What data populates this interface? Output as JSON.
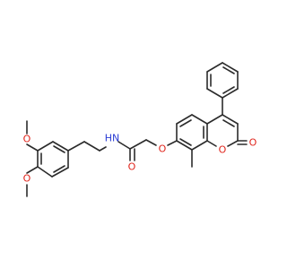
{
  "colors": {
    "background": "#ffffff",
    "bond": "#2b2b2b",
    "oxygen": "#e0241b",
    "nitrogen": "#2a3cd4",
    "hydrogen": "#2a3cd4"
  },
  "atom_labels": [
    {
      "id": "o-methoxy-upper",
      "text": "O",
      "element": "oxygen"
    },
    {
      "id": "o-methoxy-lower",
      "text": "O",
      "element": "oxygen"
    },
    {
      "id": "nh-amide",
      "text": "HN",
      "element": "nitrogen"
    },
    {
      "id": "o-amide-carbonyl",
      "text": "O",
      "element": "oxygen"
    },
    {
      "id": "o-ether",
      "text": "O",
      "element": "oxygen"
    },
    {
      "id": "o-lactone-ring",
      "text": "O",
      "element": "oxygen"
    },
    {
      "id": "o-lactone-carbonyl",
      "text": "O",
      "element": "oxygen"
    }
  ]
}
